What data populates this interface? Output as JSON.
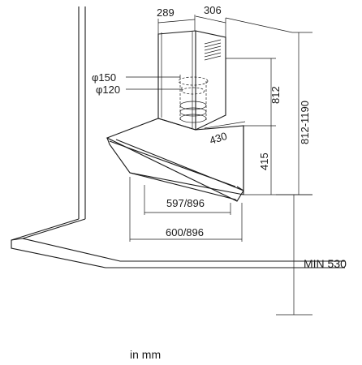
{
  "dimensions": {
    "chimney_depth": "289",
    "chimney_width": "306",
    "outlet_outer": "φ150",
    "outlet_inner": "φ120",
    "chimney_height": "812",
    "total_height_range": "812-1190",
    "canopy_depth": "430",
    "canopy_height": "415",
    "inner_width": "597/896",
    "outer_width": "600/896",
    "min_clearance": "MIN 530"
  },
  "units_note": "in mm"
}
